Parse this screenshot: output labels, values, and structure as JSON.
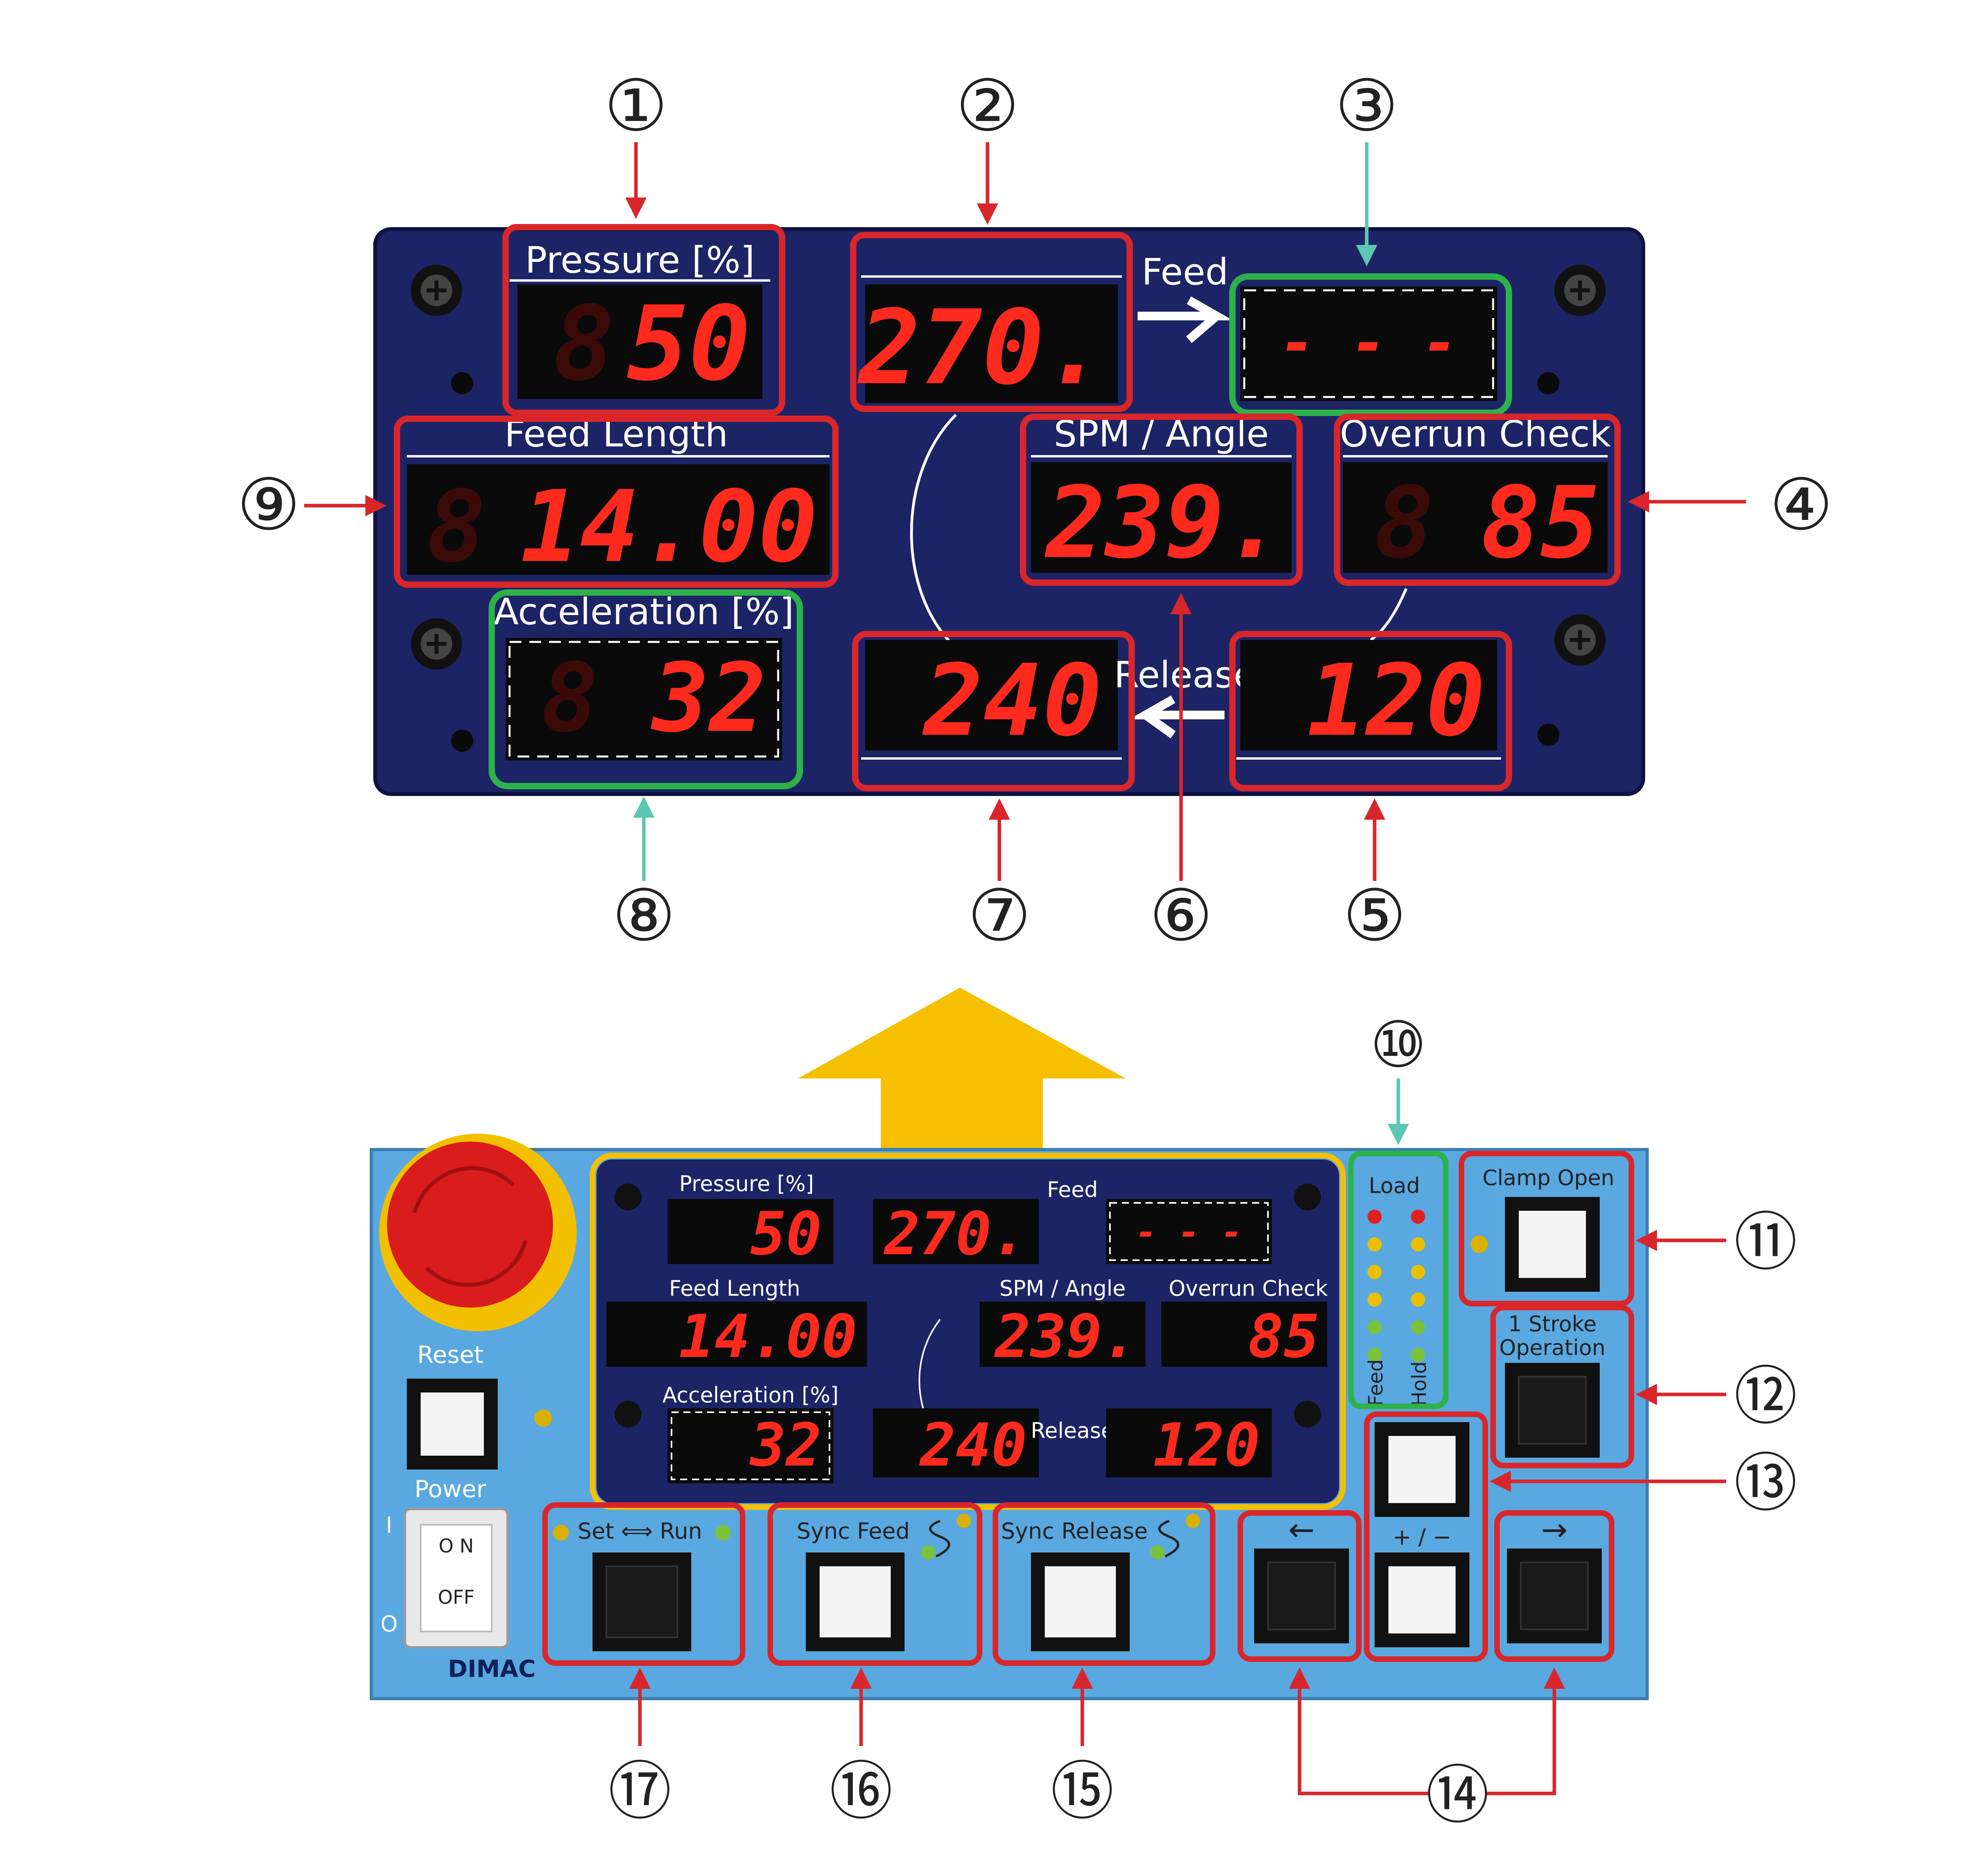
{
  "colors": {
    "panel_blue": "#1c2466",
    "box_blue": "#5aa8e0",
    "annot_red": "#d9262b",
    "annot_green": "#2db24a",
    "annot_teal": "#5cc7b3",
    "highlight_yellow": "#f5c000",
    "led_red": "#ff2a1e"
  },
  "callouts": [
    "①",
    "②",
    "③",
    "④",
    "⑤",
    "⑥",
    "⑦",
    "⑧",
    "⑨",
    "⑩",
    "⑪",
    "⑫",
    "⑬",
    "⑭",
    "⑮",
    "⑯",
    "⑰"
  ],
  "display": {
    "pressure_label": "Pressure [%]",
    "pressure_value": "50",
    "feed_label": "Feed",
    "feed_angle_value": "270.",
    "feed_check_value": "- - -",
    "feed_length_label": "Feed Length",
    "feed_length_value": "14.00",
    "spm_label": "SPM / Angle",
    "spm_value": "239.",
    "overrun_label": "Overrun Check",
    "overrun_value": "85",
    "acceleration_label": "Acceleration [%]",
    "acceleration_value": "32",
    "release_label": "Release",
    "release_angle_value": "240",
    "release_check_value": "120"
  },
  "panel": {
    "reset_label": "Reset",
    "power_label": "Power",
    "switch_on": "O N",
    "switch_off": "OFF",
    "switch_i": "I",
    "switch_o": "O",
    "brand": "DIMAC",
    "load_label": "Load",
    "feed_vertical": "Feed",
    "hold_vertical": "Hold",
    "clamp_open_label": "Clamp Open",
    "stroke_label_1": "1 Stroke",
    "stroke_label_2": "Operation",
    "plus_minus_label": "+ / −",
    "left_arrow_label": "←",
    "right_arrow_label": "→",
    "set_run_label": "Set ⟺ Run",
    "sync_feed_label": "Sync Feed",
    "sync_release_label": "Sync Release"
  }
}
